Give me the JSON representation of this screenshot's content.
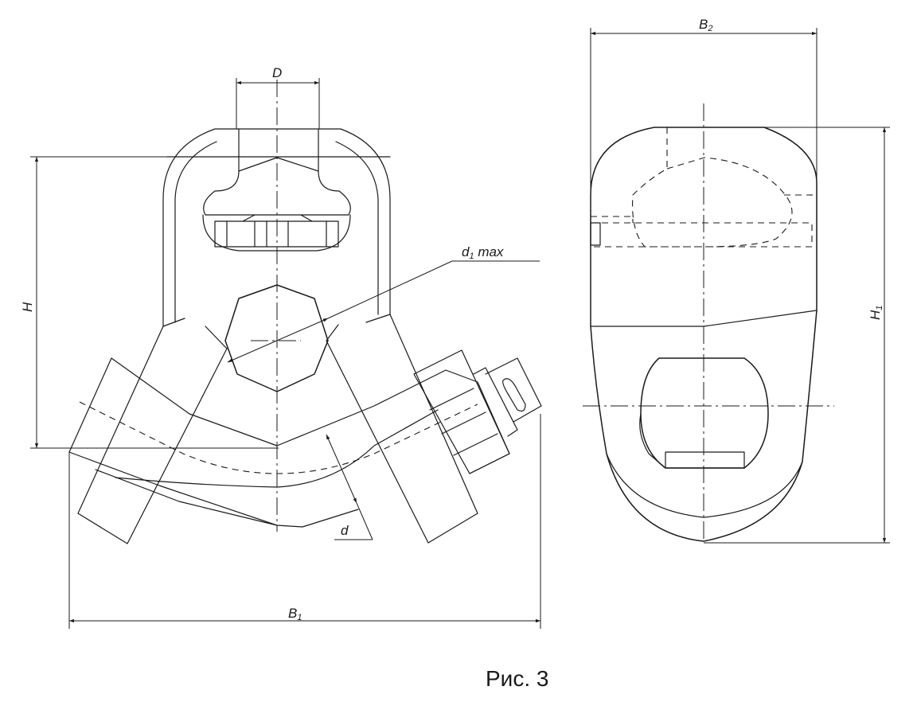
{
  "figure": {
    "caption": "Рис. 3"
  },
  "labels": {
    "D": "D",
    "H": "H",
    "d1max_main": "d",
    "d1max_sub": "1",
    "d1max_suffix": " max",
    "d": "d",
    "B1_main": "B",
    "B1_sub": "1",
    "B2_main": "B",
    "B2_sub": "2",
    "H1_main": "H",
    "H1_sub": "1"
  }
}
